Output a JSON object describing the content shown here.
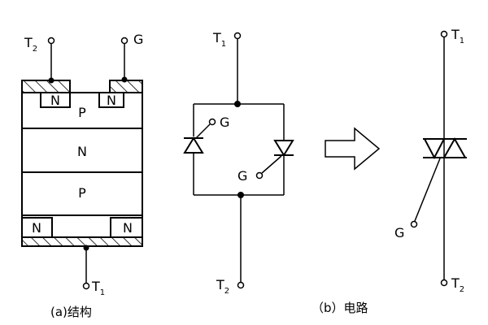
{
  "structure": {
    "terminal_T2": "T",
    "terminal_T2_sub": "2",
    "terminal_G": "G",
    "terminal_T1": "T",
    "terminal_T1_sub": "1",
    "region_N_top_left": "N",
    "region_N_top_right": "N",
    "region_P_top": "P",
    "region_N_mid": "N",
    "region_P_bottom": "P",
    "region_N_bottom_left": "N",
    "region_N_bottom_right": "N",
    "caption": "(a)结构"
  },
  "circuit": {
    "terminal_T1": "T",
    "terminal_T1_sub": "1",
    "terminal_T2": "T",
    "terminal_T2_sub": "2",
    "gate_left": "G",
    "gate_right": "G",
    "caption": "（b）电路"
  },
  "symbol": {
    "terminal_T1": "T",
    "terminal_T1_sub": "1",
    "terminal_T2": "T",
    "terminal_T2_sub": "2",
    "gate": "G"
  }
}
